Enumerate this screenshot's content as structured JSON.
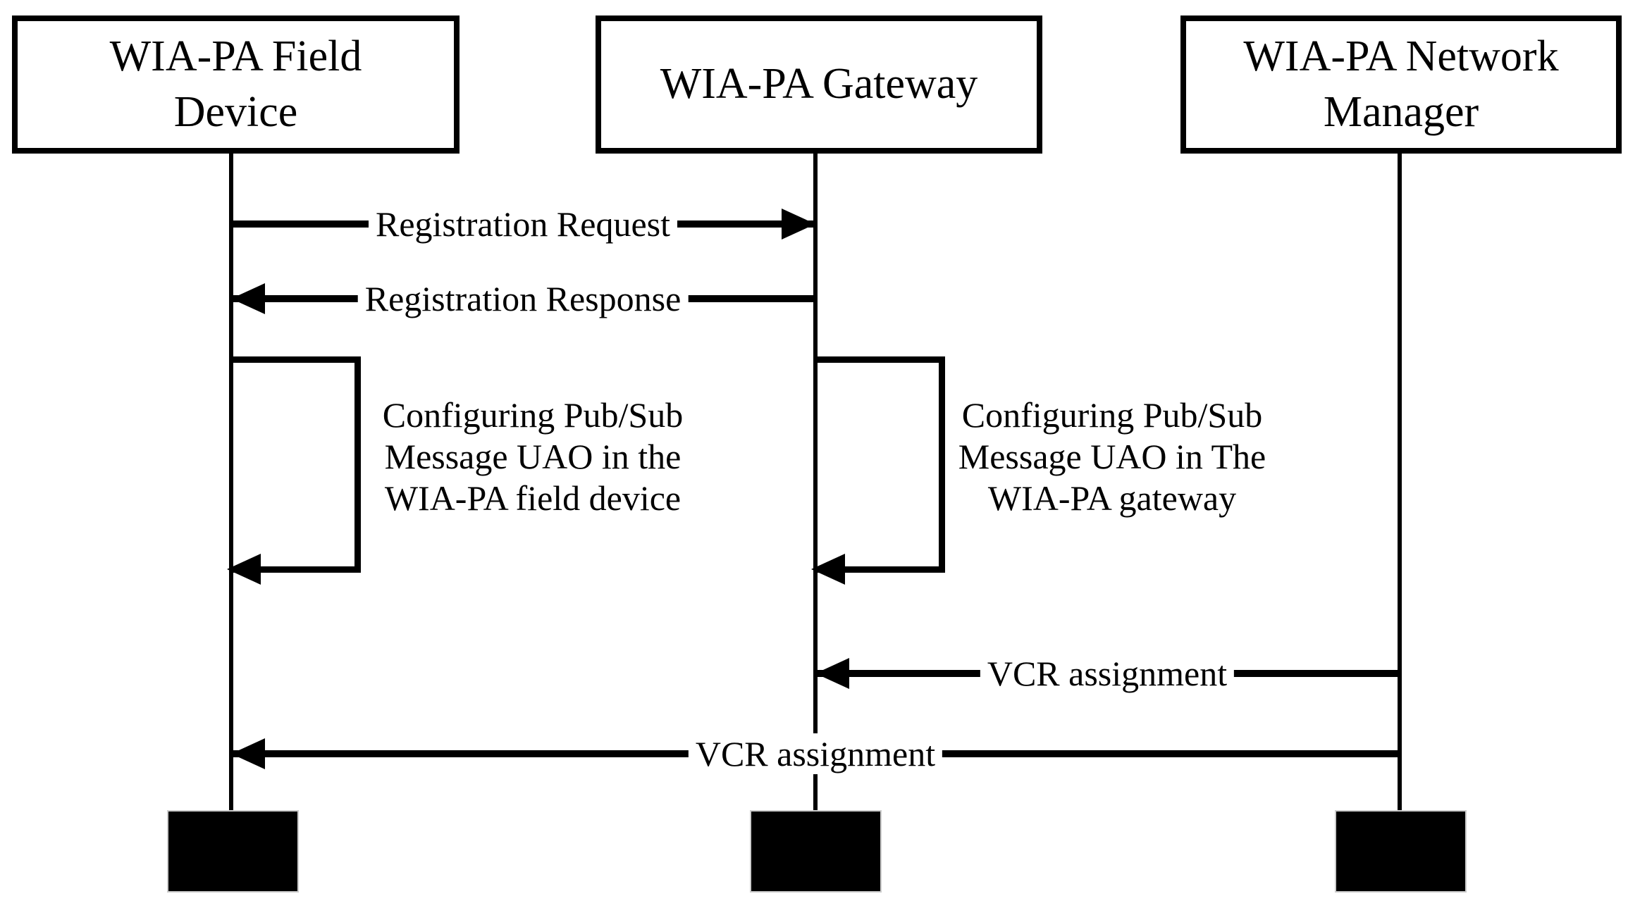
{
  "diagram": {
    "type": "sequence-diagram",
    "colors": {
      "line": "#000000",
      "background": "#ffffff",
      "activation_fill": "#000000"
    },
    "actors": [
      {
        "id": "field-device",
        "title": "WIA-PA Field\nDevice"
      },
      {
        "id": "gateway",
        "title": "WIA-PA Gateway"
      },
      {
        "id": "network-manager",
        "title": "WIA-PA Network\nManager"
      }
    ],
    "messages": [
      {
        "label": "Registration Request",
        "from": "WIA-PA Field Device",
        "to": "WIA-PA Gateway",
        "direction": "right"
      },
      {
        "label": "Registration Response",
        "from": "WIA-PA Gateway",
        "to": "WIA-PA Field Device",
        "direction": "left"
      },
      {
        "label": "VCR assignment",
        "from": "WIA-PA Network Manager",
        "to": "WIA-PA Gateway",
        "direction": "left"
      },
      {
        "label": "VCR assignment",
        "from": "WIA-PA Network Manager",
        "to": "WIA-PA Field Device",
        "direction": "left"
      }
    ],
    "self_messages": [
      {
        "actor": "WIA-PA Field Device",
        "label": "Configuring Pub/Sub\nMessage UAO in the\nWIA-PA field device"
      },
      {
        "actor": "WIA-PA Gateway",
        "label": "Configuring Pub/Sub\nMessage UAO in The\nWIA-PA gateway"
      }
    ]
  }
}
